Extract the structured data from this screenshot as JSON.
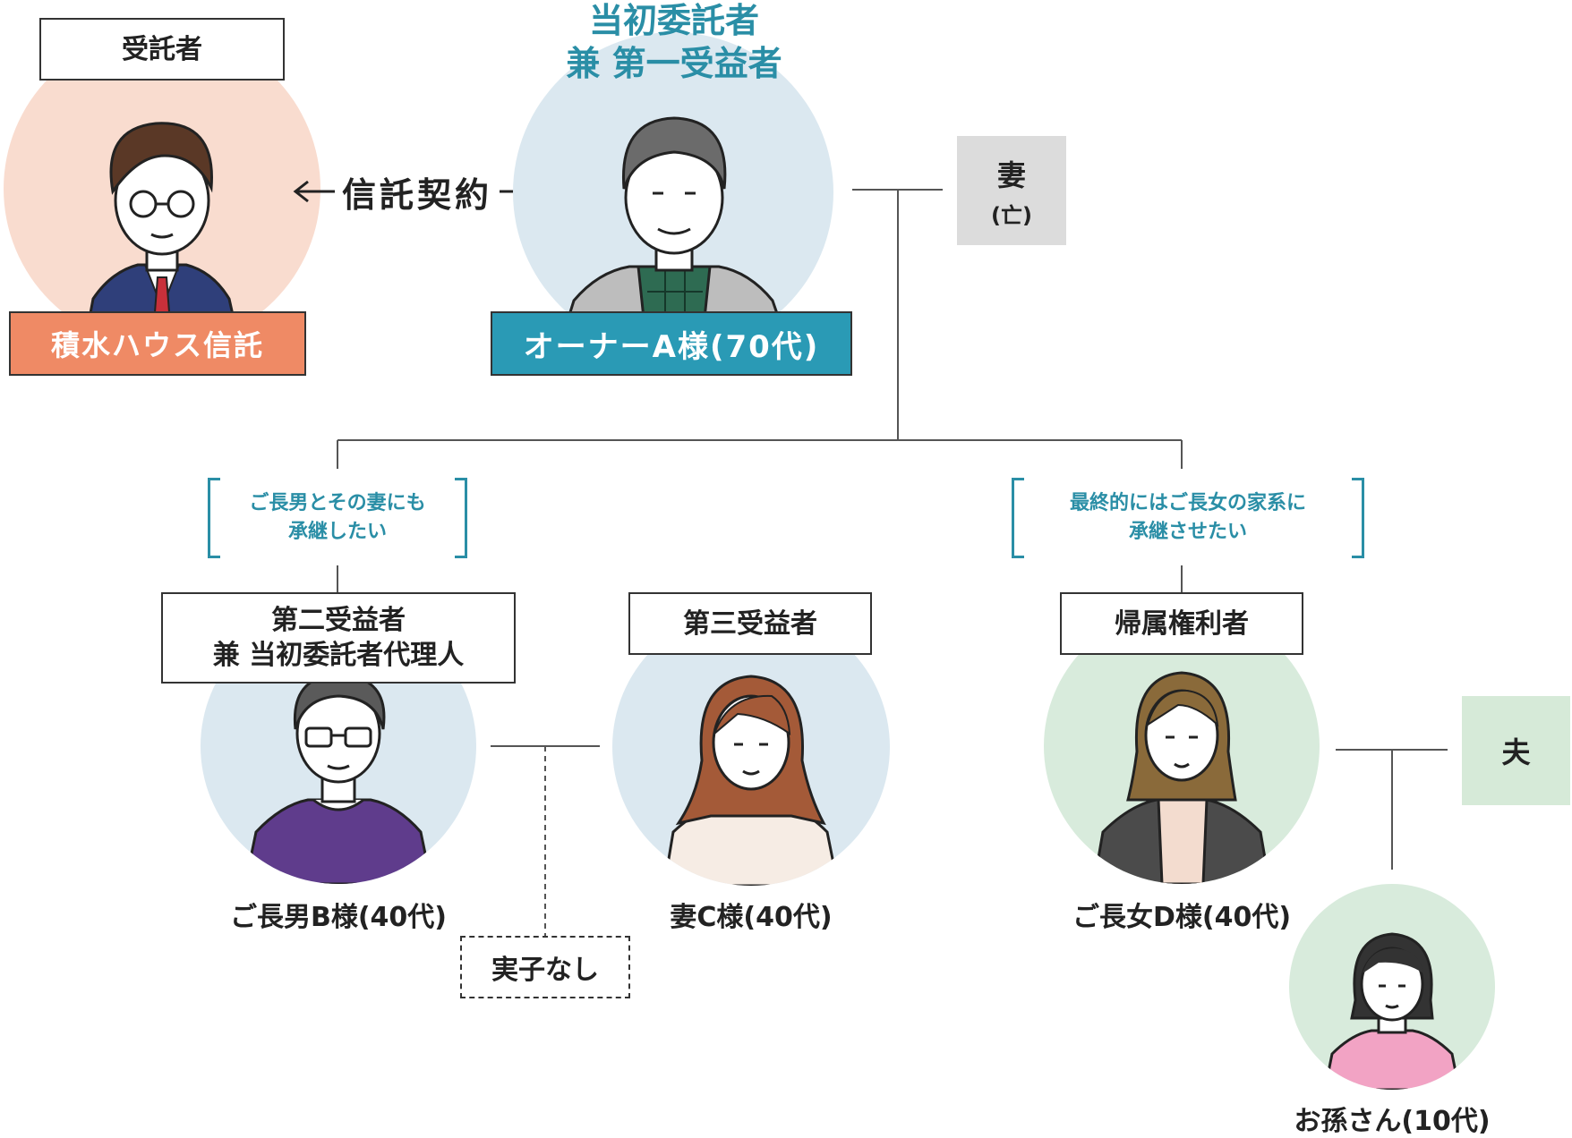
{
  "colors": {
    "trustee_circle": "#f9dccf",
    "blue_circle": "#dbe8f0",
    "green_circle": "#d8ebdc",
    "trustee_bar": "#ef8a65",
    "owner_bar": "#2a9ab5",
    "heading_blue": "#2a8ea6",
    "deceased_box": "#dcdcdc",
    "husband_box": "#d6ead8"
  },
  "trustee": {
    "role": "受託者",
    "name": "積水ハウス信託"
  },
  "contract": {
    "label": "信託契約"
  },
  "owner": {
    "role_line1": "当初委託者",
    "role_line2": "兼 第一受益者",
    "name": "オーナーA様(70代)"
  },
  "wife_deceased": {
    "label": "妻",
    "status": "(亡)"
  },
  "notes": {
    "left_line1": "ご長男とその妻にも",
    "left_line2": "承継したい",
    "right_line1": "最終的にはご長女の家系に",
    "right_line2": "承継させたい"
  },
  "son": {
    "role_line1": "第二受益者",
    "role_line2": "兼 当初委託者代理人",
    "name": "ご長男B様(40代)"
  },
  "son_wife": {
    "role": "第三受益者",
    "name": "妻C様(40代)"
  },
  "no_children": {
    "label": "実子なし"
  },
  "daughter": {
    "role": "帰属権利者",
    "name": "ご長女D様(40代)"
  },
  "husband": {
    "label": "夫"
  },
  "grandchild": {
    "name": "お孫さん(10代)"
  }
}
